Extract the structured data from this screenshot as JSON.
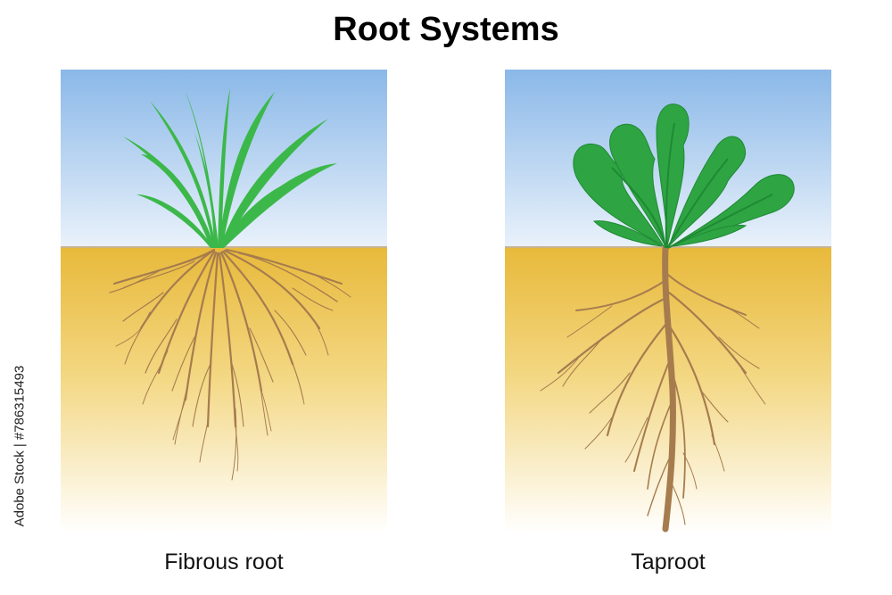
{
  "title": "Root Systems",
  "panels": [
    {
      "caption": "Fibrous root",
      "plant": "grass-plant-icon",
      "root_type": "fibrous-root-icon"
    },
    {
      "caption": "Taproot",
      "plant": "dandelion-plant-icon",
      "root_type": "taproot-icon"
    }
  ],
  "stock_id": "Adobe Stock | #786315493",
  "colors": {
    "sky_top": "#8ab8e8",
    "sky_bottom": "#eaf2fb",
    "soil_top": "#e8b93a",
    "soil_bottom": "#ffffff",
    "root": "#a67c4e",
    "grass": "#3cb84a",
    "leaf": "#2ea443"
  }
}
